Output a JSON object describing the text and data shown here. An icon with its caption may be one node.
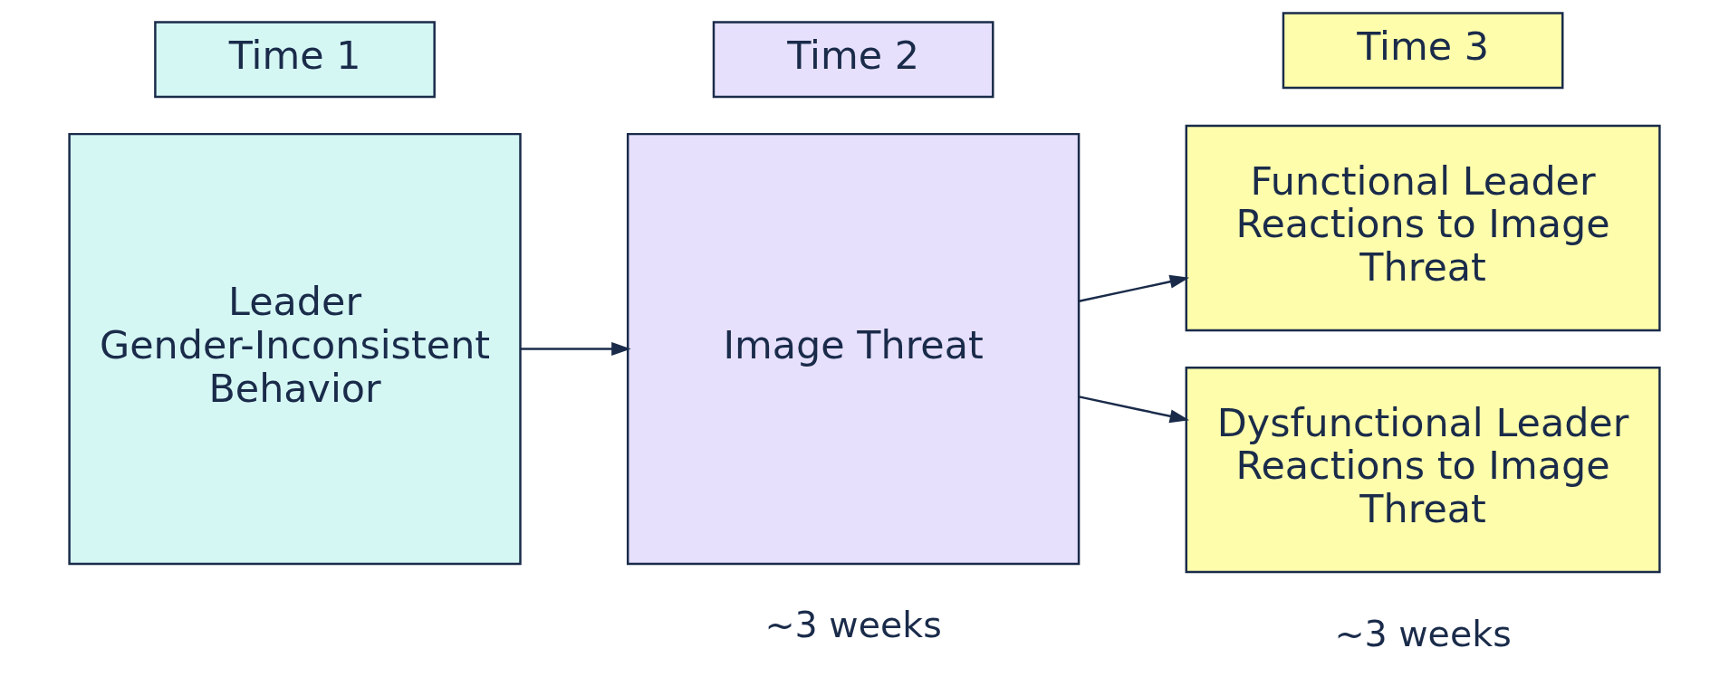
{
  "diagram": {
    "nodes": [
      {
        "text": [
          "Time 1"
        ]
      },
      {
        "text": [
          "Time 2"
        ]
      },
      {
        "text": [
          "Time 3"
        ]
      },
      {
        "text": [
          "Leader Gender-Inconsistent Behavior"
        ]
      },
      {
        "text": [
          "Image Threat"
        ]
      },
      {
        "text": [
          "Functional Leader Reactions to Image Threat"
        ]
      },
      {
        "text": [
          "Dysfunctional Leader Reactions to Image Threat"
        ]
      }
    ],
    "edges": [
      {
        "from": 3,
        "to": 4,
        "arrow": "to"
      },
      {
        "from": 4,
        "to": 5,
        "arrow": "to"
      },
      {
        "from": 4,
        "to": 6,
        "arrow": "to"
      }
    ],
    "labels": [
      "~3 weeks",
      "~3 weeks"
    ]
  }
}
